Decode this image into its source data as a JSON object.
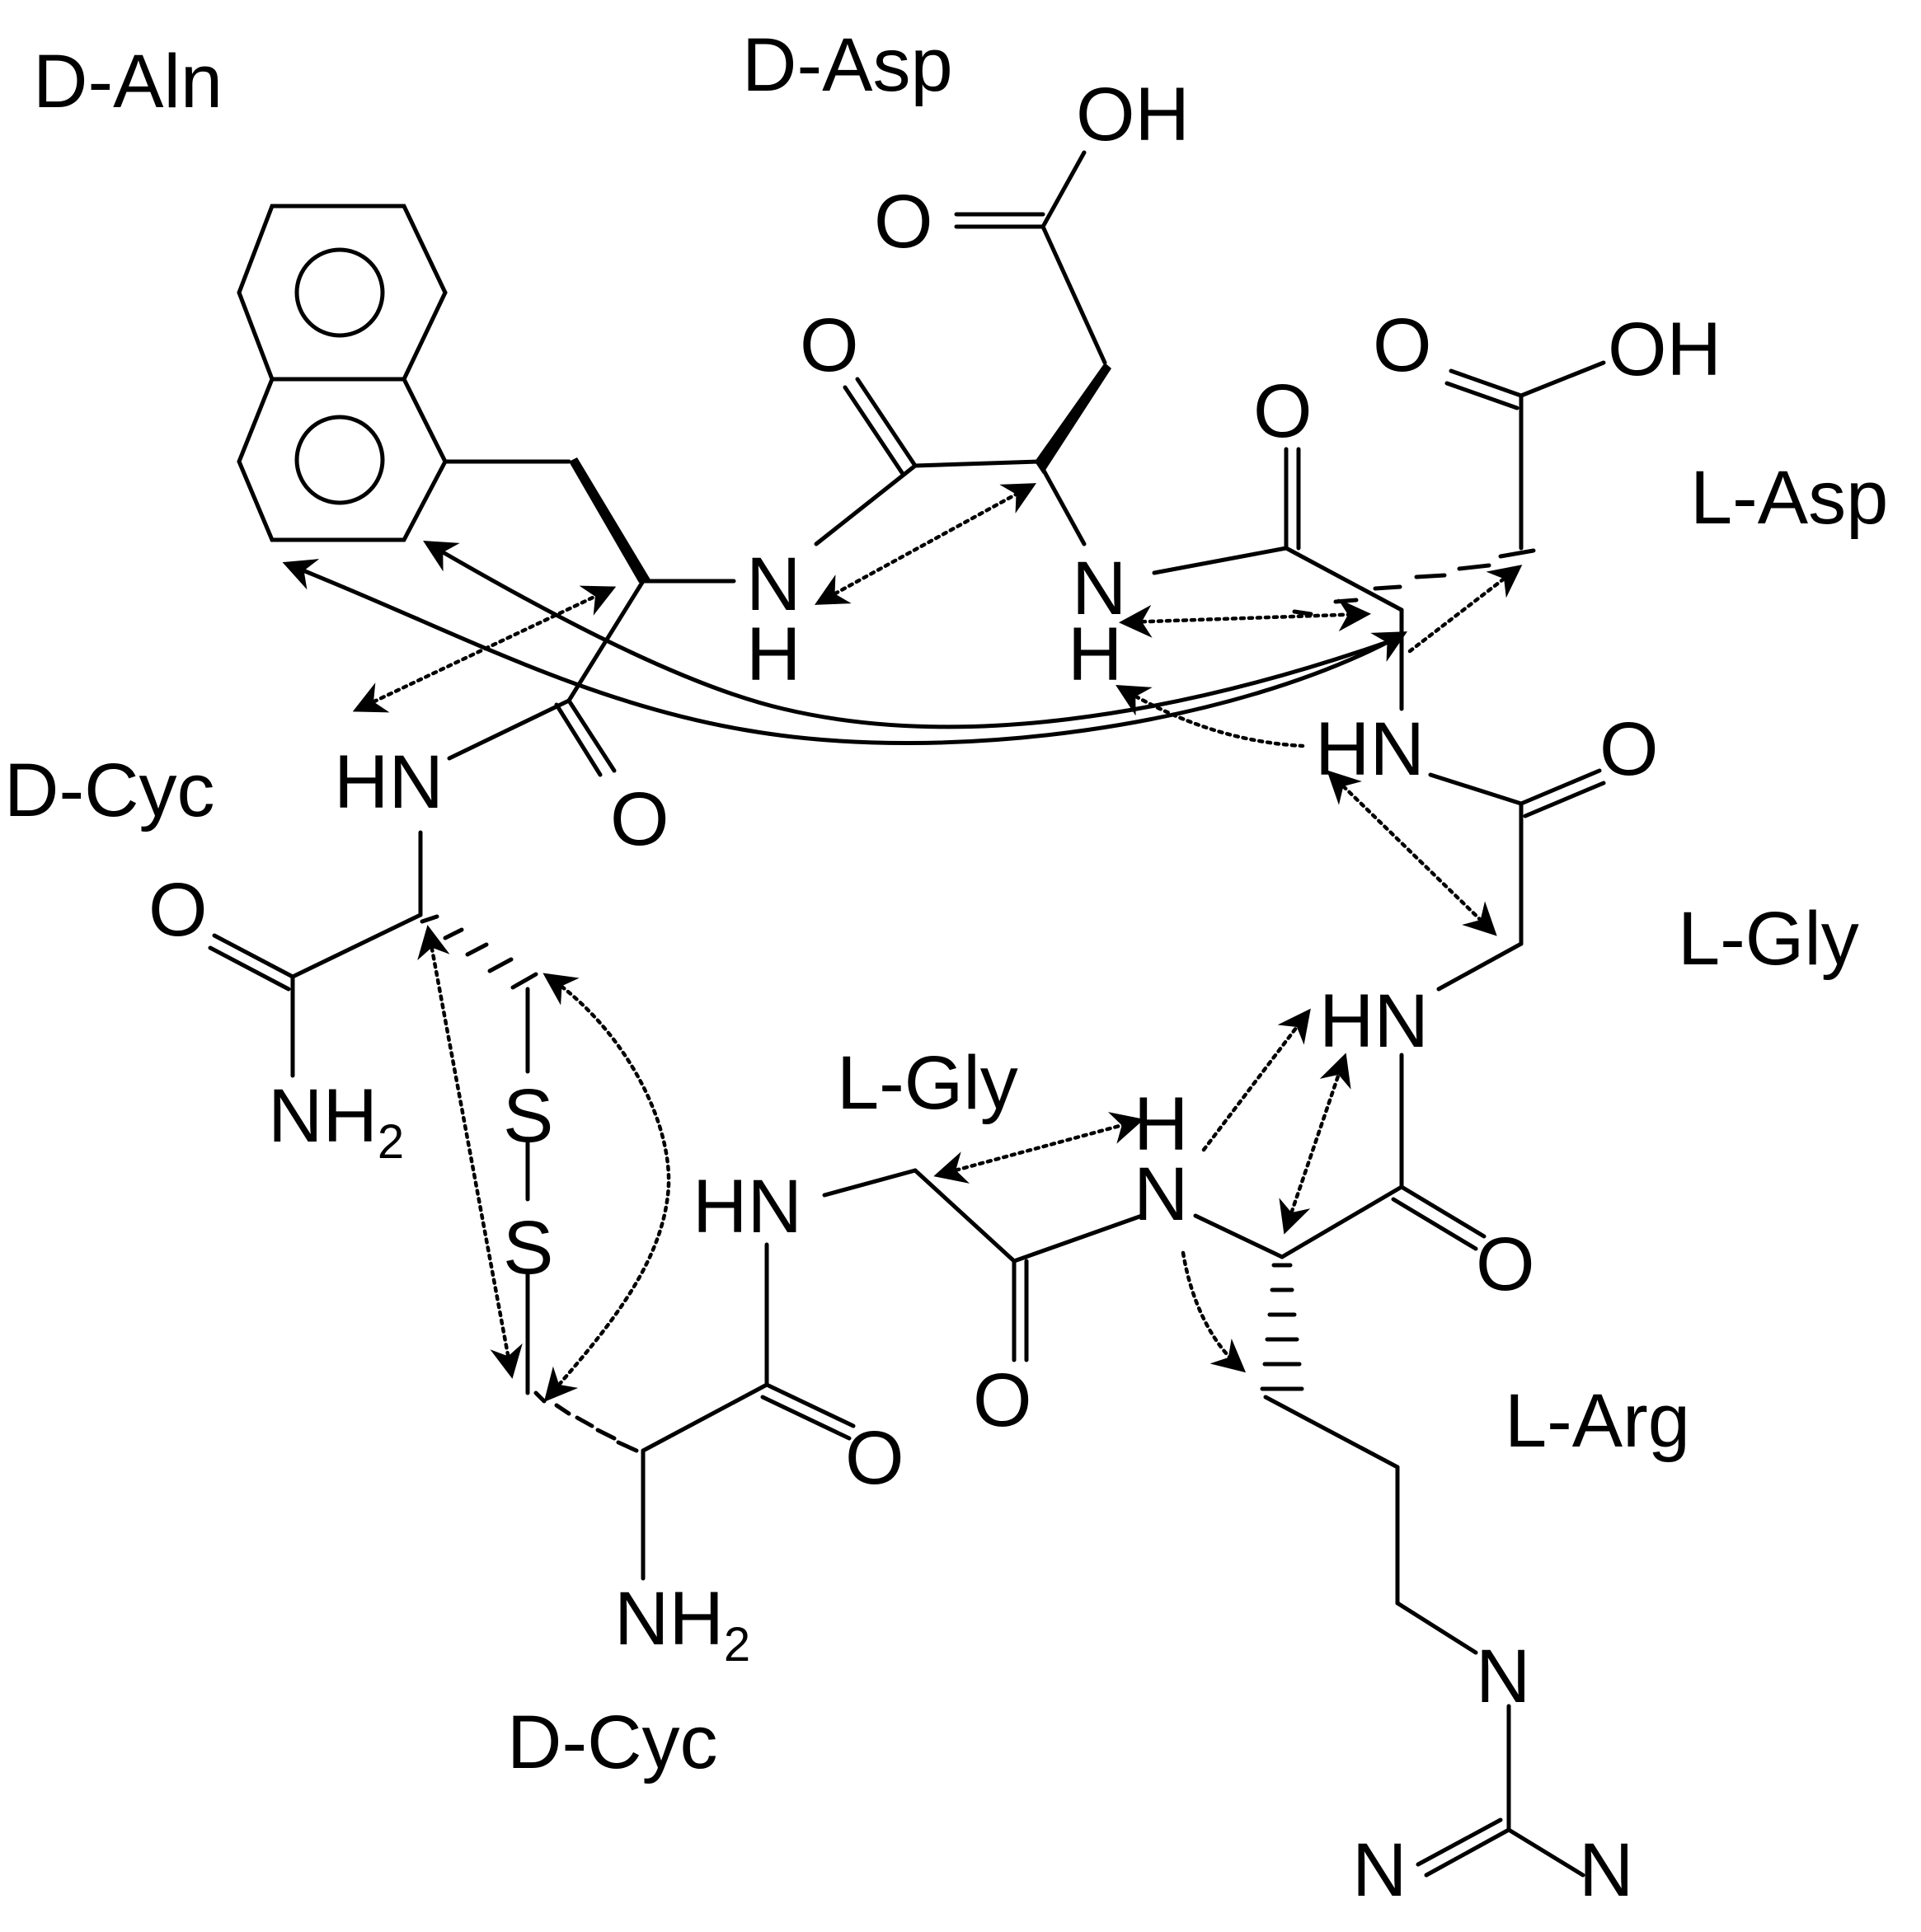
{
  "residue_labels": {
    "d_aln": "D-Aln",
    "d_asp": "D-Asp",
    "l_asp": "L-Asp",
    "d_cyc_left": "D-Cyc",
    "l_gly_right": "L-Gly",
    "l_gly_center": "L-Gly",
    "l_arg": "L-Arg",
    "d_cyc_bottom": "D-Cyc"
  },
  "atoms": {
    "oh_top": "OH",
    "o_d_asp_acid": "O",
    "o_d_asp_amide": "O",
    "o_l_asp_acid": "O",
    "oh_l_asp": "OH",
    "o_l_asp_amide": "O",
    "n_d_aln": "N",
    "h_d_aln": "H",
    "n_d_asp": "N",
    "h_d_asp": "H",
    "hn_l_asp": "HN",
    "o_l_asp_co": "O",
    "hn_d_cyc": "HN",
    "o_d_cyc": "O",
    "o_amide_left": "O",
    "nh2_left": "NH",
    "nh2_left_sub": "2",
    "s_upper": "S",
    "s_lower": "S",
    "hn_l_gly_right": "HN",
    "h_l_gly_center": "H",
    "n_l_gly_center": "N",
    "hn_l_gly_left": "HN",
    "o_l_gly_center": "O",
    "o_l_arg": "O",
    "o_d_cyc_bottom": "O",
    "nh2_bottom": "NH",
    "nh2_bottom_sub": "2",
    "n_guan": "N",
    "n_guan_left": "N",
    "n_guan_right": "N"
  }
}
